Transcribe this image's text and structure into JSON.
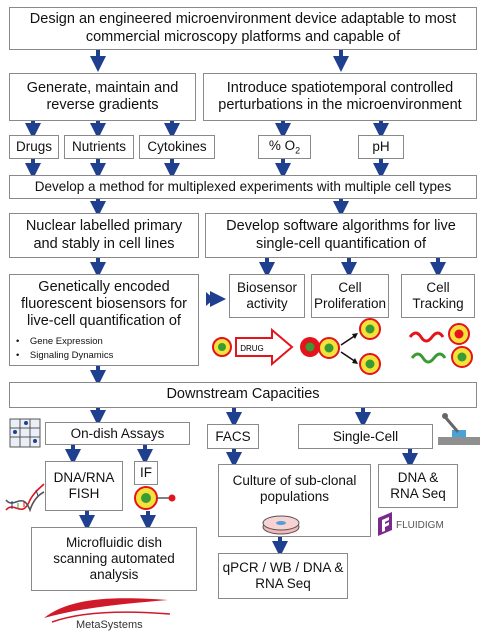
{
  "title": "Design an engineered microenvironment device adaptable to most\ncommercial microscopy platforms and capable of",
  "goals": {
    "gradients": "Generate, maintain and\nreverse gradients",
    "perturbations": "Introduce spatiotemporal controlled\nperturbations in the microenvironment"
  },
  "factors": {
    "drugs": "Drugs",
    "nutrients": "Nutrients",
    "cytokines": "Cytokines",
    "o2": "% O",
    "o2_sub": "2",
    "ph": "pH"
  },
  "multiplex": "Develop a method for multiplexed experiments with multiple cell types",
  "nuclear": "Nuclear labelled primary\nand stably in cell lines",
  "software": "Develop software algorithms for live\nsingle-cell quantification of",
  "biosensors": {
    "text": "Genetically encoded\nfluorescent biosensors for\nlive-cell quantification of",
    "bullets": [
      "Gene Expression",
      "Signaling Dynamics"
    ]
  },
  "quant": {
    "biosensor_activity": "Biosensor\nactivity",
    "cell_proliferation": "Cell\nProliferation",
    "cell_tracking": "Cell\nTracking",
    "drug_label": "DRUG"
  },
  "downstream": "Downstream Capacities",
  "assays": {
    "on_dish": "On-dish Assays",
    "facs": "FACS",
    "single_cell": "Single-Cell",
    "dna_rna_fish": "DNA/RNA\nFISH",
    "if": "IF",
    "culture": "Culture of sub-clonal\npopulations",
    "dna_rna_seq": "DNA &\nRNA Seq",
    "microfluidic": "Microfluidic dish\nscanning automated\nanalysis",
    "qpcr": "qPCR / WB / DNA &\nRNA Seq"
  },
  "logos": {
    "fluidigm": "FLUIDIGM",
    "metasystems": "MetaSystems"
  },
  "colors": {
    "arrow": "#1f3f8f",
    "box_border": "#8a8a8a",
    "red": "#e3141b",
    "green": "#3a9b35",
    "yellow": "#f4e13a",
    "fluidigm": "#7a2a8c"
  }
}
